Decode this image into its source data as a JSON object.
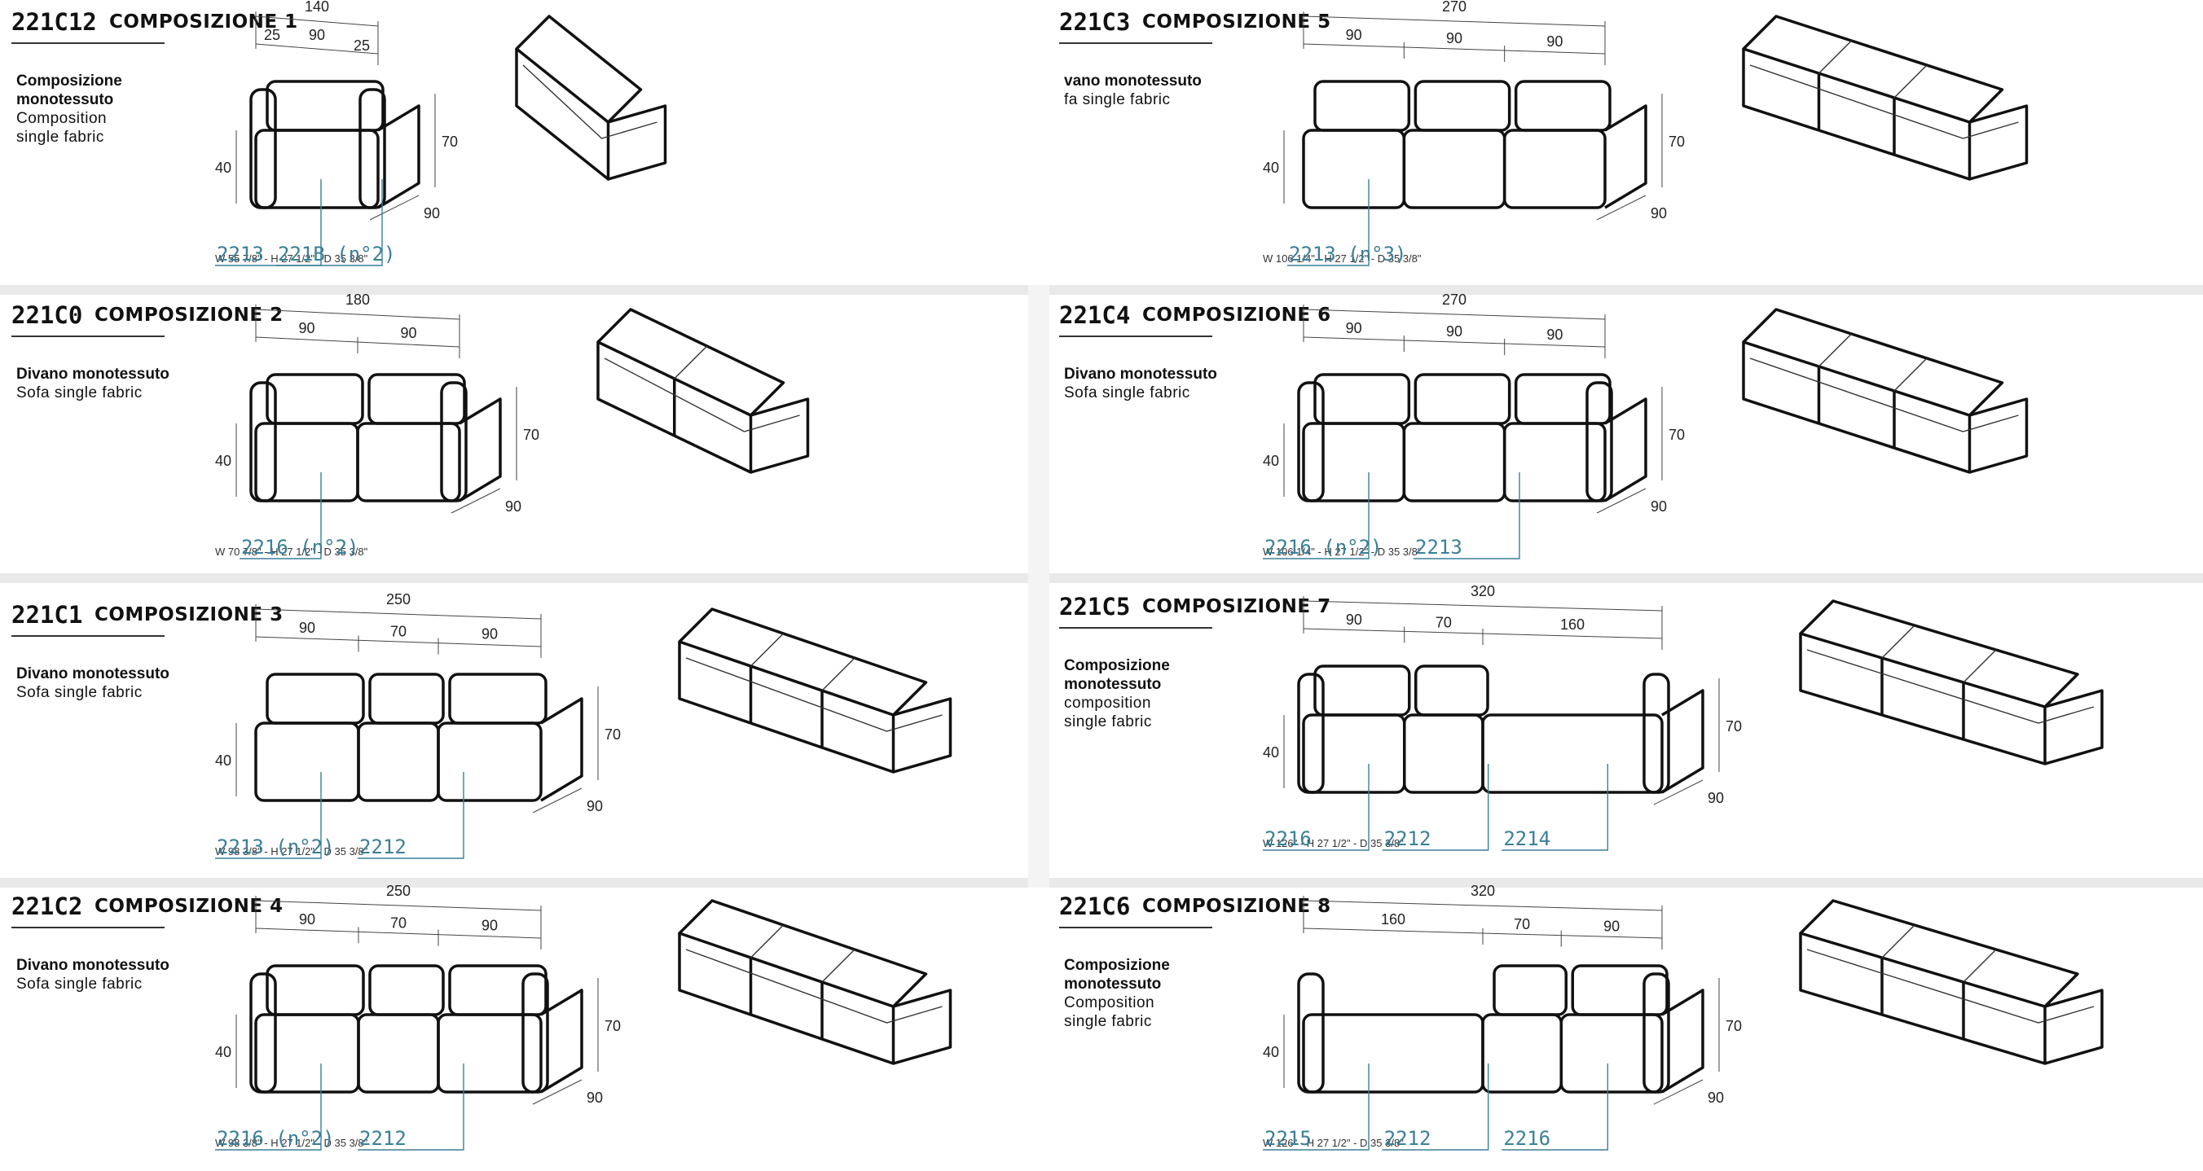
{
  "panels": [
    {
      "code": "221C12",
      "title": "COMPOSIZIONE 1",
      "desc_bold": [
        "Composizione",
        "monotessuto"
      ],
      "desc": [
        "Composition",
        "single fabric"
      ],
      "widths": [
        "90"
      ],
      "total": "140",
      "extra": [
        "25",
        "25"
      ],
      "height": "70",
      "seat": "40",
      "depth": "90",
      "labels": [
        "2213",
        "221B (n°2)"
      ],
      "dims": "W 55 7/8\" - H 27 1/2\" - D 35 3/8\""
    },
    {
      "code": "221C0",
      "title": "COMPOSIZIONE 2",
      "desc_bold": [
        "Divano monotessuto"
      ],
      "desc": [
        "Sofa single fabric"
      ],
      "widths": [
        "90",
        "90"
      ],
      "total": "180",
      "height": "70",
      "seat": "40",
      "depth": "90",
      "labels": [
        "2216 (n°2)"
      ],
      "dims": "W 70 7/8\" - H 27 1/2\" - D 35 3/8\""
    },
    {
      "code": "221C1",
      "title": "COMPOSIZIONE 3",
      "desc_bold": [
        "Divano monotessuto"
      ],
      "desc": [
        "Sofa single fabric"
      ],
      "widths": [
        "90",
        "70",
        "90"
      ],
      "total": "250",
      "height": "70",
      "seat": "40",
      "depth": "90",
      "labels": [
        "2213 (n°2)",
        "2212"
      ],
      "dims": "W 98 3/8\" - H 27 1/2\" - D 35 3/8\""
    },
    {
      "code": "221C2",
      "title": "COMPOSIZIONE 4",
      "desc_bold": [
        "Divano monotessuto"
      ],
      "desc": [
        "Sofa single fabric"
      ],
      "widths": [
        "90",
        "70",
        "90"
      ],
      "total": "250",
      "height": "70",
      "seat": "40",
      "depth": "90",
      "labels": [
        "2216 (n°2)",
        "2212"
      ],
      "dims": "W 98 3/8\" - H 27 1/2\" - D 35 3/8\""
    },
    {
      "code": "221C3",
      "title": "COMPOSIZIONE 5",
      "desc_bold": [
        "vano monotessuto"
      ],
      "desc": [
        "fa single fabric"
      ],
      "widths": [
        "90",
        "90",
        "90"
      ],
      "total": "270",
      "height": "70",
      "seat": "40",
      "depth": "90",
      "labels": [
        "2213 (n°3)"
      ],
      "dims": "W 106 1/4\" - H 27 1/2\" - D 35 3/8\""
    },
    {
      "code": "221C4",
      "title": "COMPOSIZIONE 6",
      "desc_bold": [
        "Divano monotessuto"
      ],
      "desc": [
        "Sofa single fabric"
      ],
      "widths": [
        "90",
        "90",
        "90"
      ],
      "total": "270",
      "height": "70",
      "seat": "40",
      "depth": "90",
      "labels": [
        "2216 (n°2)",
        "2213"
      ],
      "dims": "W 106 1/4\" - H 27 1/2\" - D 35 3/8\""
    },
    {
      "code": "221C5",
      "title": "COMPOSIZIONE 7",
      "desc_bold": [
        "Composizione",
        "monotessuto"
      ],
      "desc": [
        "composition",
        "single fabric"
      ],
      "widths": [
        "90",
        "70",
        "160"
      ],
      "total": "320",
      "height": "70",
      "seat": "40",
      "depth": "90",
      "labels": [
        "2216",
        "2212",
        "2214"
      ],
      "dims": "W 126\" - H 27 1/2\" - D 35 3/8\""
    },
    {
      "code": "221C6",
      "title": "COMPOSIZIONE 8",
      "desc_bold": [
        "Composizione",
        "monotessuto"
      ],
      "desc": [
        "Composition",
        "single fabric"
      ],
      "widths": [
        "160",
        "70",
        "90"
      ],
      "total": "320",
      "height": "70",
      "seat": "40",
      "depth": "90",
      "labels": [
        "2215",
        "2212",
        "2216"
      ],
      "dims": "W 126\" - H 27 1/2\" - D 35 3/8\""
    }
  ]
}
